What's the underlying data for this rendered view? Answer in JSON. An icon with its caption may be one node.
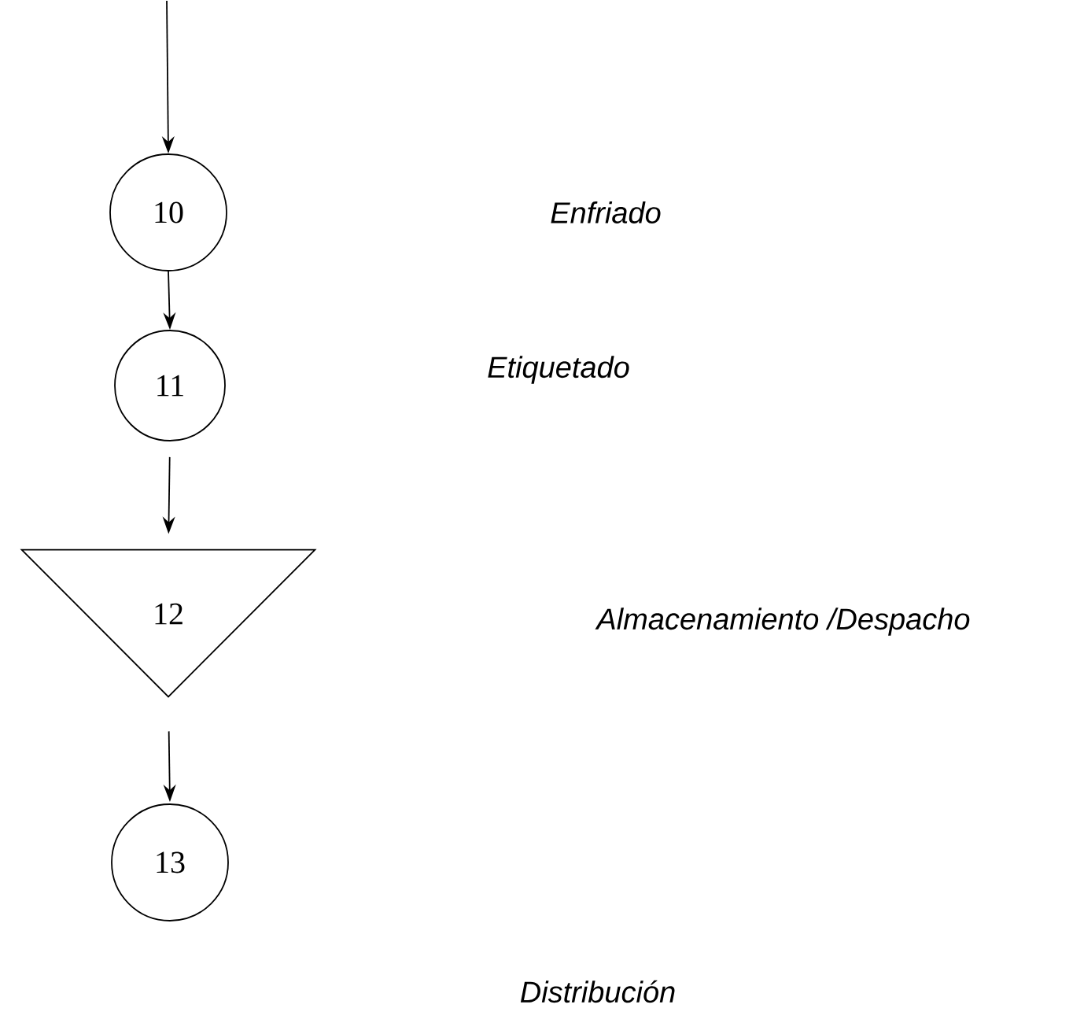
{
  "diagram": {
    "nodes": [
      {
        "text": [
          "10"
        ]
      },
      {
        "text": [
          "11"
        ]
      },
      {
        "text": [
          "12"
        ]
      },
      {
        "text": [
          "13"
        ]
      }
    ],
    "edges": [
      {
        "from": null,
        "to": 0,
        "arrow": "to"
      },
      {
        "from": 0,
        "to": 1,
        "arrow": "to"
      },
      {
        "from": 1,
        "to": 2,
        "arrow": "to"
      },
      {
        "from": 2,
        "to": 3,
        "arrow": "to"
      }
    ],
    "labels": [
      "Enfriado",
      "Etiquetado",
      "Almacenamiento /Despacho",
      "Distribución"
    ]
  }
}
